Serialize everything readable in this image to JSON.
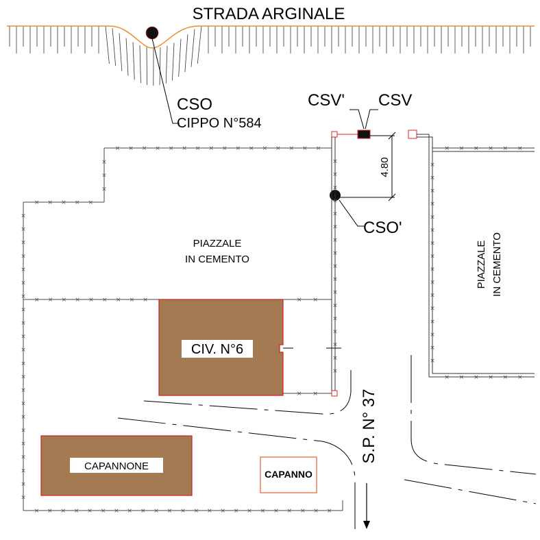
{
  "labels": {
    "road_top": "STRADA ARGINALE",
    "cso": "CSO",
    "cippo": "CIPPO N°584",
    "csv_prime": "CSV'",
    "csv": "CSV",
    "dimension": "4.80",
    "cso_prime": "CSO'",
    "piazzale_left_1": "PIAZZALE",
    "piazzale_left_2": "IN CEMENTO",
    "piazzale_right_1": "PIAZZALE",
    "piazzale_right_2": "IN CEMENTO",
    "building_main": "CIV. N°6",
    "road_sp": "S.P. N° 37",
    "capannone": "CAPANNONE",
    "capanno": "CAPANNO"
  },
  "colors": {
    "building_fill": "#a47a52",
    "building_stroke": "#d22020",
    "embankment_line": "#e89030",
    "fence_x": "#555555",
    "valve_marker": "#e02020",
    "capanno_stroke": "#e06030"
  },
  "icons": [
    "manhole-icon",
    "valve-icon",
    "north-arrow-icon"
  ]
}
